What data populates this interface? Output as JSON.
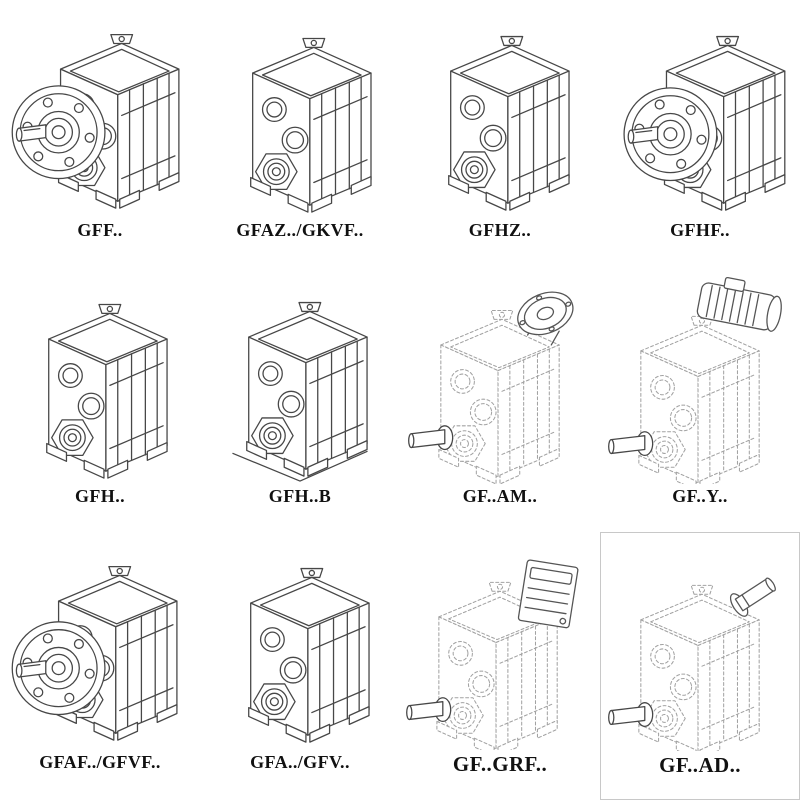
{
  "page": {
    "background": "#ffffff"
  },
  "colors": {
    "line": "#474747",
    "phantom": "#a2a2a2",
    "attachment": "#555555"
  },
  "cells": [
    {
      "label": "GFF..",
      "drawing": "flange-output-gearbox-drawing"
    },
    {
      "label": "GFAZ../GKVF..",
      "drawing": "hollow-shaft-gearbox-drawing"
    },
    {
      "label": "GFHZ..",
      "drawing": "hollow-shaft-gearbox-drawing"
    },
    {
      "label": "GFHF..",
      "drawing": "flange-output-gearbox-drawing"
    },
    {
      "label": "GFH..",
      "drawing": "shaft-mounted-gearbox-drawing"
    },
    {
      "label": "GFH..B",
      "drawing": "shaft-mounted-gearbox-base-drawing"
    },
    {
      "label": "GF..AM..",
      "drawing": "phantom-gearbox-input-flange-drawing"
    },
    {
      "label": "GF..Y..",
      "drawing": "phantom-gearbox-motor-drawing"
    },
    {
      "label": "GFAF../GFVF..",
      "drawing": "flange-output-gearbox-drawing"
    },
    {
      "label": "GFA../GFV..",
      "drawing": "shaft-mounted-gearbox-drawing"
    },
    {
      "label": "GF..GRF..",
      "drawing": "phantom-gearbox-adapter-box-drawing"
    },
    {
      "label": "GF..AD..",
      "drawing": "phantom-gearbox-input-shaft-drawing"
    }
  ]
}
